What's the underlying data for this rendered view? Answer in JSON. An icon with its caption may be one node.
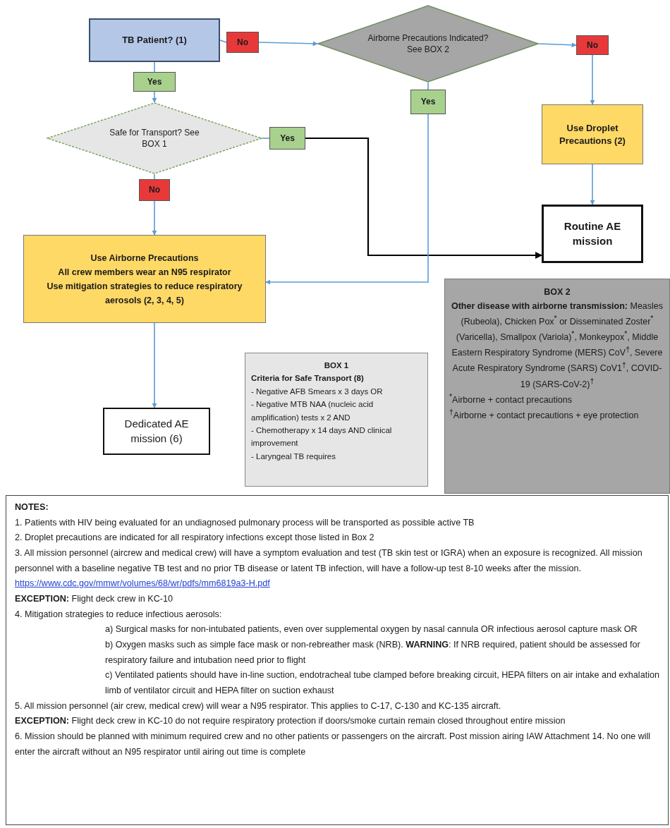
{
  "diagram": {
    "nodes": [
      {
        "text": [
          "TB Patient? (1)"
        ]
      },
      {
        "text": [
          "No"
        ]
      },
      {
        "text": [
          "Airborne Precautions Indicated? See BOX 2"
        ]
      },
      {
        "text": [
          "No"
        ]
      },
      {
        "text": [
          "Yes"
        ]
      },
      {
        "text": [
          "Safe for Transport? See BOX 1"
        ]
      },
      {
        "text": [
          "Yes"
        ]
      },
      {
        "text": [
          "Yes"
        ]
      },
      {
        "text": [
          "Use Droplet Precautions (2)"
        ]
      },
      {
        "text": [
          "No"
        ]
      },
      {
        "text": [
          "Routine AE mission"
        ]
      },
      {
        "text": [
          "Use Airborne Precautions",
          "All crew members wear an N95 respirator",
          "Use mitigation strategies to reduce respiratory aerosols (2, 3, 4, 5)"
        ]
      },
      {
        "text": [
          "BOX 2",
          "**Other disease with airborne transmission:** Measles (Rubeola), Chicken Pox$^{*}$ or Disseminated Zoster$^{*}$ (Varicella), Smallpox (Variola)$^{*}$, Monkeypox$^{*}$, Middle Eastern Respiratory Syndrome (MERS) CoV$^{†}$, Severe Acute Respiratory Syndrome (SARS) CoV1$^{†}$, COVID-19 (SARS-CoV-2)$^{†}$",
          "$^{*}$Airborne + contact precautions",
          "$^{†}$Airborne + contact precautions + eye protection"
        ]
      },
      {
        "text": [
          "BOX 1",
          "Criteria for Safe Transport (8)",
          "- Negative AFB Smears x 3 days OR",
          "- Negative MTB NAA (nucleic acid amplification) tests  x 2 AND",
          "- Chemotherapy x 14 days AND clinical improvement",
          "- Laryngeal TB requires"
        ]
      },
      {
        "text": [
          "Dedicated AE mission (6)"
        ]
      },
      {
        "text": [
          "NOTES:",
          "1. Patients with HIV being evaluated for an undiagnosed pulmonary process will be transported as possible active TB",
          "2. Droplet precautions are indicated for all respiratory infections except those listed in Box 2",
          "3. All mission personnel (aircrew and medical crew) will have a symptom evaluation and test (TB skin test or IGRA) when an exposure is recognized.  All mission personnel with a baseline negative TB test and no prior TB disease or latent TB infection, will have a follow-up test 8-10 weeks after the mission.",
          "https://www.cdc.gov/mmwr/volumes/68/wr/pdfs/mm6819a3-H.pdf",
          "**EXCEPTION:** Flight deck crew in KC-10",
          "4. Mitigation strategies to reduce infectious aerosols:",
          "a) Surgical masks for non-intubated patients, even over supplemental oxygen by nasal cannula OR infectious aerosol capture mask OR",
          "b) Oxygen masks such as simple face mask or non-rebreather mask (NRB). **WARNING**: If NRB required, patient should be assessed for respiratory failure and intubation need prior to flight",
          "c) Ventilated patients should have in-line suction, endotracheal tube clamped before breaking circuit, HEPA filters on air intake and exhalation limb of ventilator circuit and HEPA filter on suction exhaust",
          "5. All mission personnel (air crew, medical crew) will wear a N95 respirator. This applies to C-17, C-130 and KC-135 aircraft.",
          "**EXCEPTION:** Flight deck crew in KC-10 do not require respiratory protection if doors/smoke curtain remain closed throughout entire mission",
          "6. Mission should be planned with minimum required crew and no other patients or passengers on the aircraft. Post mission airing IAW Attachment 14. No one will enter the aircraft without an N95 respirator until airing out time is complete"
        ]
      }
    ],
    "edges": [
      {
        "from": 0,
        "to": 1,
        "arrow": "none"
      },
      {
        "from": 1,
        "to": 2,
        "arrow": "to"
      },
      {
        "from": 2,
        "to": 3,
        "arrow": "to"
      },
      {
        "from": 3,
        "to": 8,
        "arrow": "to"
      },
      {
        "from": 0,
        "to": 4,
        "arrow": "none"
      },
      {
        "from": 4,
        "to": 5,
        "arrow": "to"
      },
      {
        "from": 5,
        "to": 6,
        "arrow": "none"
      },
      {
        "from": 6,
        "to": 10,
        "arrow": "to",
        "color": "#000000"
      },
      {
        "from": 2,
        "to": 7,
        "arrow": "none"
      },
      {
        "from": 7,
        "to": 11,
        "arrow": "to"
      },
      {
        "from": 5,
        "to": 9,
        "arrow": "none"
      },
      {
        "from": 9,
        "to": 11,
        "arrow": "to"
      },
      {
        "from": 8,
        "to": 10,
        "arrow": "to"
      },
      {
        "from": 11,
        "to": 14,
        "arrow": "to"
      }
    ]
  }
}
